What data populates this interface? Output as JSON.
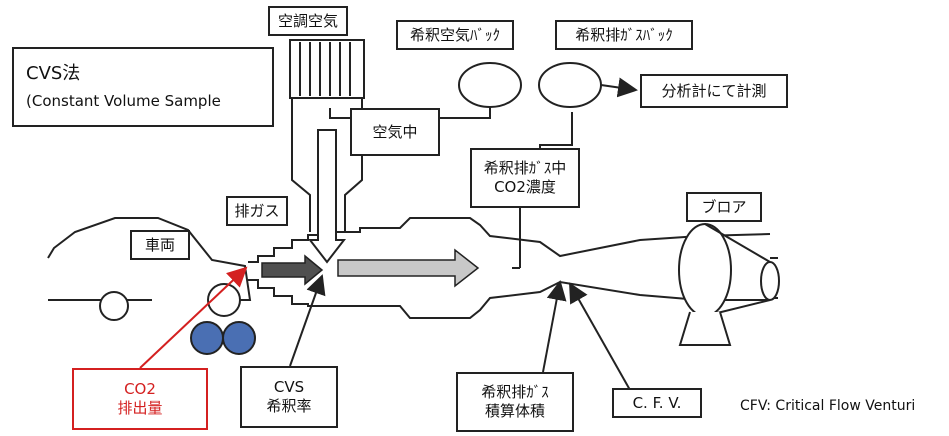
{
  "method": {
    "title": "CVS法",
    "subtitle": "(Constant Volume Sample"
  },
  "labels": {
    "conditioned_air": "空調空気",
    "dilution_air_bag": "希釈空気ﾊﾞｯｸ",
    "dilution_exhaust_bag": "希釈排ｶﾞｽﾊﾞｯｸ",
    "analyzer": "分析計にて計測",
    "in_air": "空気中",
    "co2_in_exhaust_line1": "希釈排ｶﾞｽ中",
    "co2_in_exhaust_line2": "CO2濃度",
    "exhaust_gas": "排ガス",
    "vehicle": "車両",
    "blower": "ブロア",
    "co2_emission_line1": "CO2",
    "co2_emission_line2": "排出量",
    "cvs_dilution_line1": "CVS",
    "cvs_dilution_line2": "希釈率",
    "integrated_volume_line1": "希釈排ｶﾞｽ",
    "integrated_volume_line2": "積算体積",
    "cfv": "C. F. V.",
    "cfv_note": "CFV: Critical Flow Venturi"
  },
  "colors": {
    "line": "#222222",
    "accent_red": "#d42020",
    "wheel_blue": "#4a6fb3",
    "flow_arrow_dark": "#505050",
    "flow_arrow_light": "#c8c8c8"
  }
}
